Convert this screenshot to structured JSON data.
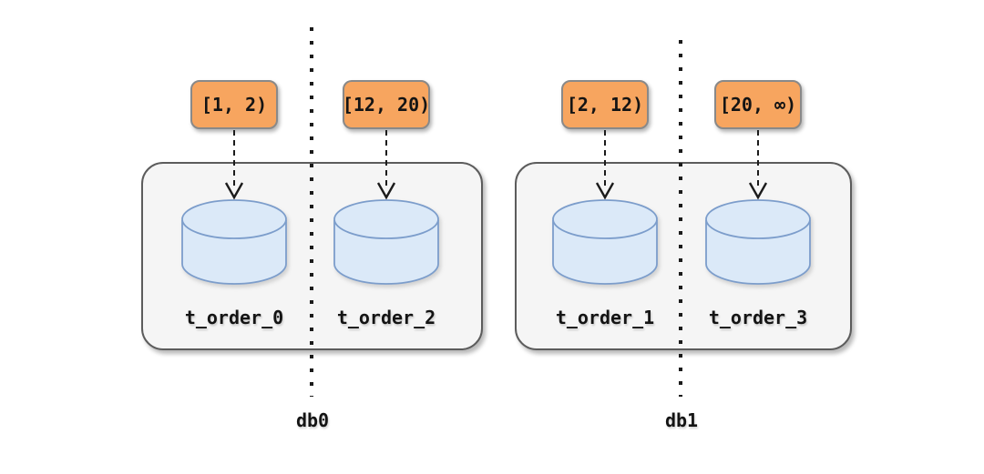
{
  "diagram_type": "database-sharding-diagram",
  "databases": [
    {
      "name": "db0",
      "tables": [
        {
          "table_name": "t_order_0",
          "range_label": "[1, 2)"
        },
        {
          "table_name": "t_order_2",
          "range_label": "[12, 20)"
        }
      ]
    },
    {
      "name": "db1",
      "tables": [
        {
          "table_name": "t_order_1",
          "range_label": "[2, 12)"
        },
        {
          "table_name": "t_order_3",
          "range_label": "[20, ∞)"
        }
      ]
    }
  ],
  "icons": {
    "database_cylinder": "cylinder-shape",
    "dashed_down_arrow": "dashed-line-with-open-v-head",
    "partition_line": "vertical-square-dotted-line"
  },
  "colors": {
    "background": "#FFFFFF",
    "range_badge_fill": "#F7A55F",
    "range_badge_border": "#898989",
    "db_container_fill": "#F5F5F5",
    "db_container_border": "#5C5C5C",
    "cylinder_fill": "#DBE9F8",
    "cylinder_stroke": "#7C9DCB",
    "line_color": "#1B1B1B",
    "text_color": "#141414"
  }
}
